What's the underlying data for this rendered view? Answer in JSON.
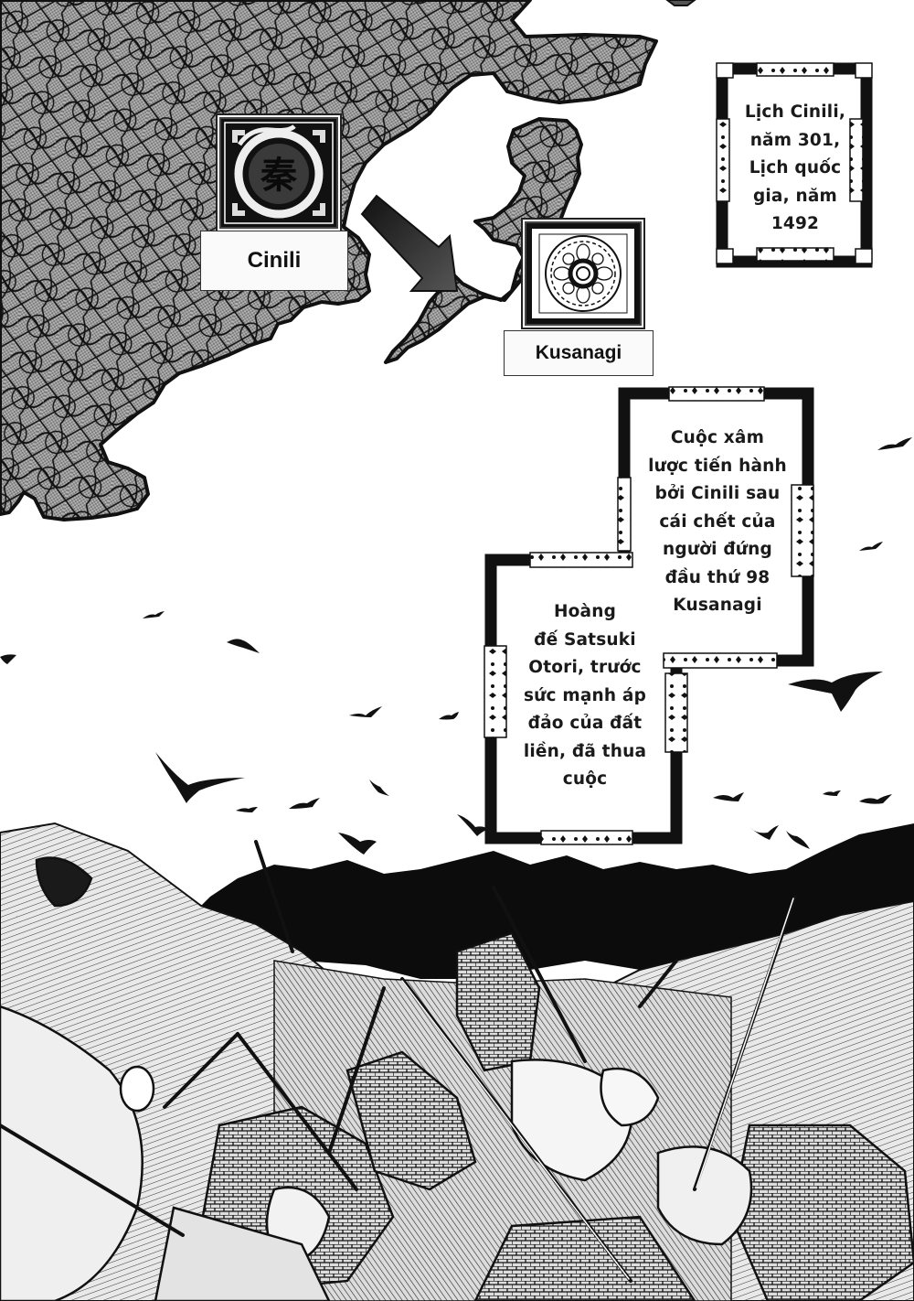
{
  "page": {
    "type": "manga-page",
    "background": "#ffffff",
    "ink": "#111111",
    "map_fill": "#9a9a9a"
  },
  "map": {
    "arrow_direction": "from Cinili toward Kusanagi",
    "nations": [
      {
        "name": "Cinili",
        "emblem": "dragon-circle-seal-icon",
        "emblem_glyph": "秦"
      },
      {
        "name": "Kusanagi",
        "emblem": "lotus-wheel-crest-icon"
      }
    ]
  },
  "captions": {
    "date": {
      "lines": [
        "Lịch Cinili,",
        "năm 301,",
        "Lịch quốc",
        "gia, năm",
        "1492"
      ]
    },
    "invasion": {
      "lines": [
        "Cuộc xâm",
        "lược tiến hành",
        "bởi Cinili sau",
        "cái chết của",
        "người đứng",
        "đầu thứ 98",
        "Kusanagi"
      ]
    },
    "defeat": {
      "lines": [
        "Hoàng",
        "đế Satsuki",
        "Otori, trước",
        "sức mạnh áp",
        "đảo của đất",
        "liền, đã thua",
        "cuộc"
      ]
    }
  },
  "scene": {
    "lower_panel": "battlefield-with-fallen-soldiers",
    "sky_elements": "crows-flying"
  }
}
